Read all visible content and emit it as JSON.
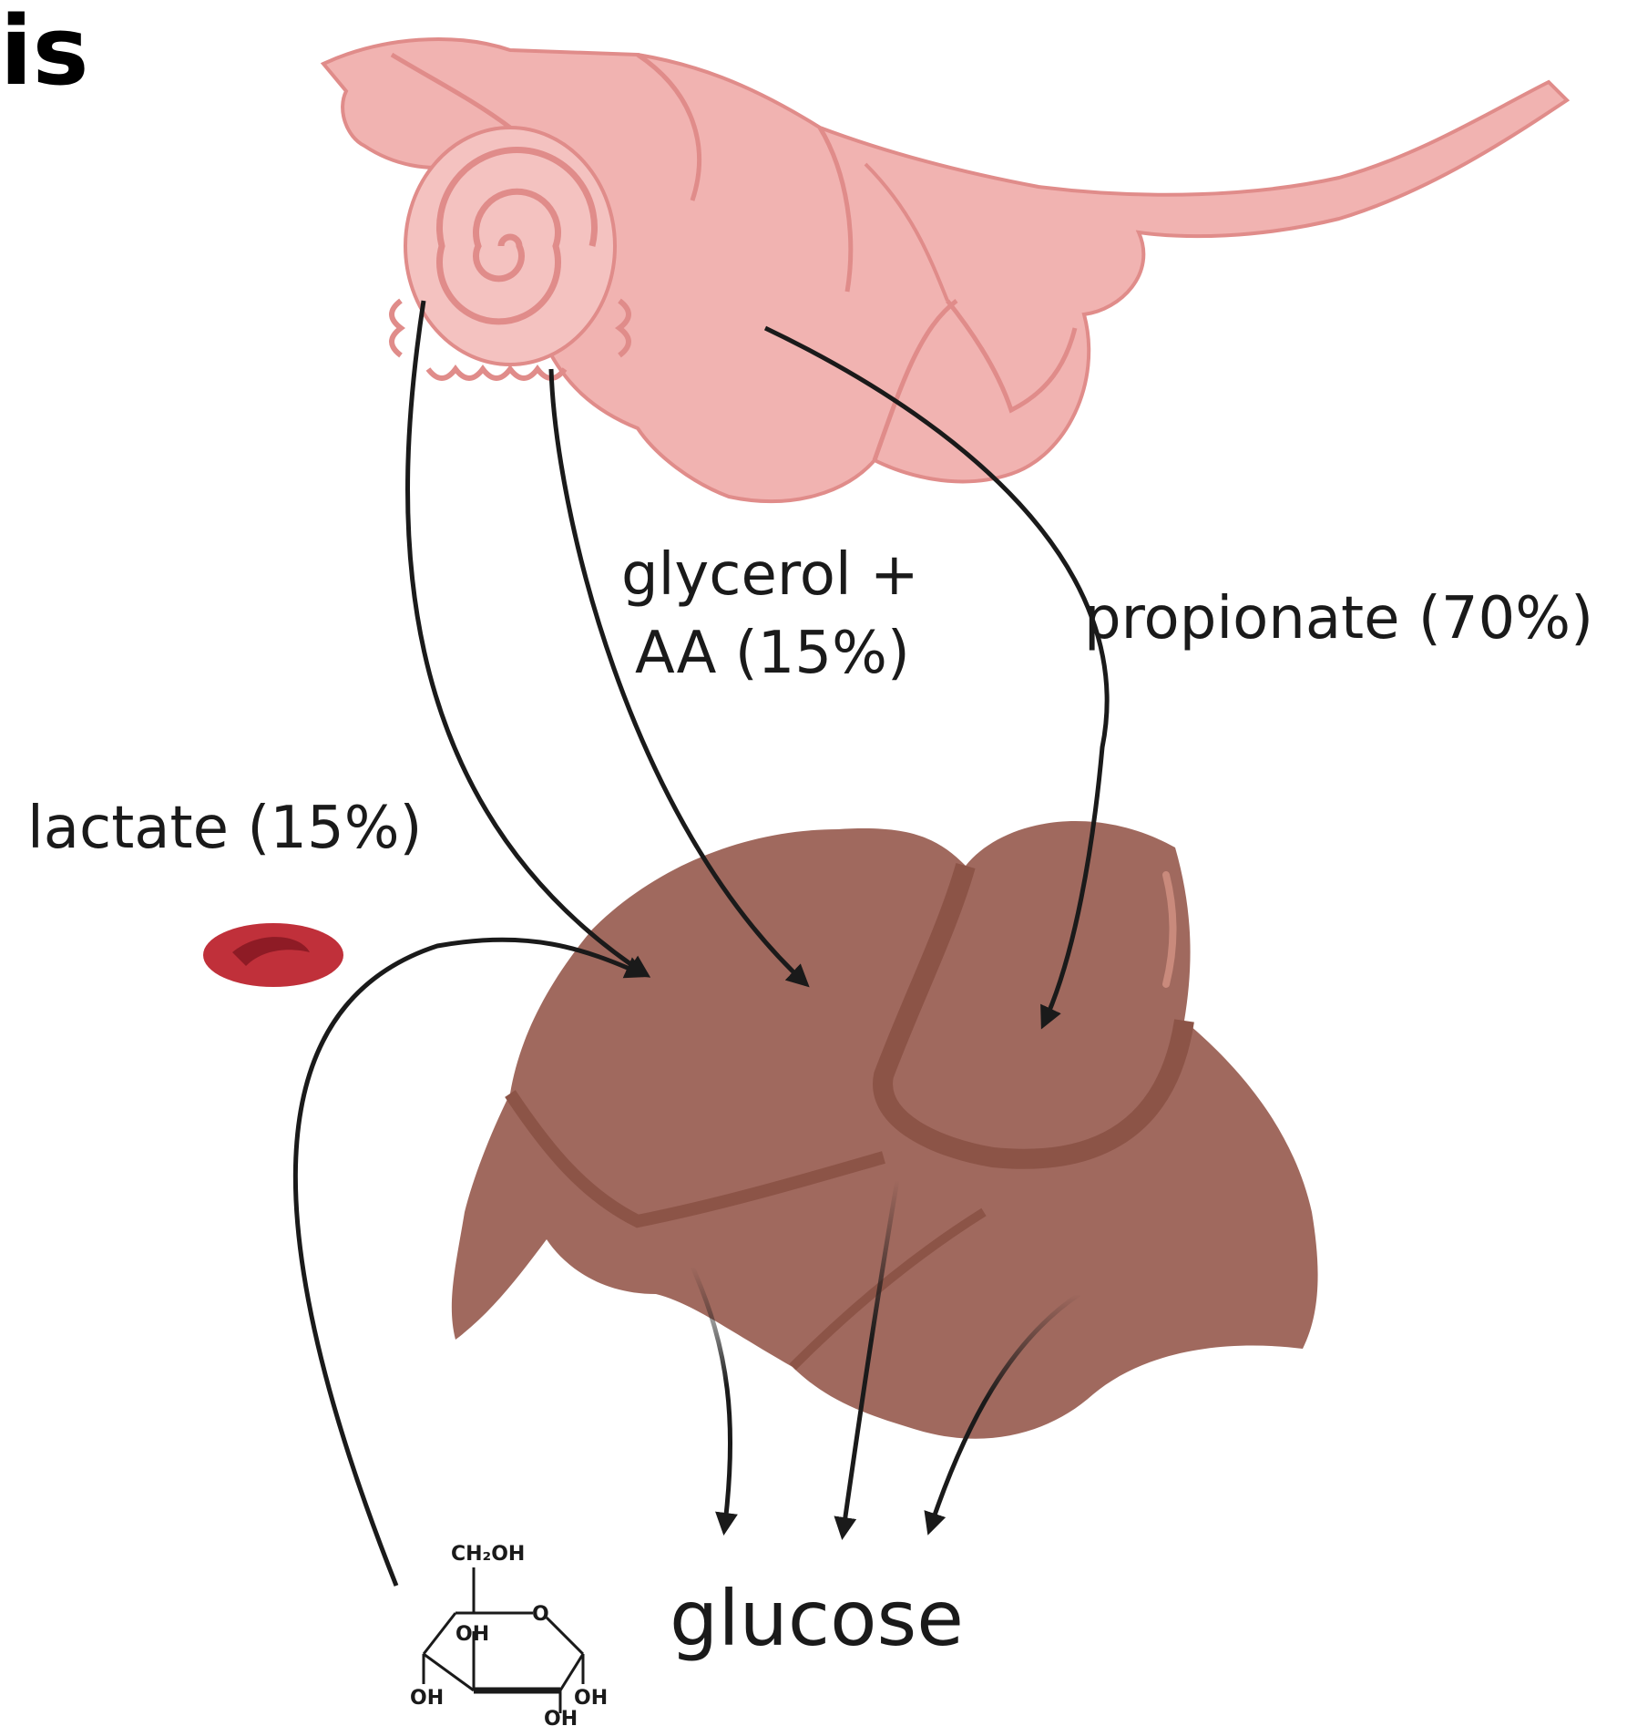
{
  "title_fragment": "is",
  "organs": {
    "gut": "ruminant-gastrointestinal-tract",
    "liver": "liver",
    "blood_cell": "red-blood-cell",
    "molecule": "glucose-molecule"
  },
  "labels": {
    "glycerol_line1": "glycerol +",
    "glycerol_line2": "AA (15%)",
    "propionate": "propionate (70%)",
    "lactate": "lactate (15%)",
    "glucose": "glucose"
  },
  "molecule_labels": {
    "ch2oh": "CH₂OH",
    "ring_o": "O",
    "oh_inner": "OH",
    "oh_left": "OH",
    "oh_bottom": "OH",
    "oh_right": "OH"
  },
  "colors": {
    "gut_fill": "#f1b3b1",
    "gut_stroke": "#e08c8a",
    "liver_fill": "#a0695e",
    "liver_shadow": "#8c5447",
    "rbc_fill": "#c0303a",
    "arrow": "#1a1a1a"
  }
}
